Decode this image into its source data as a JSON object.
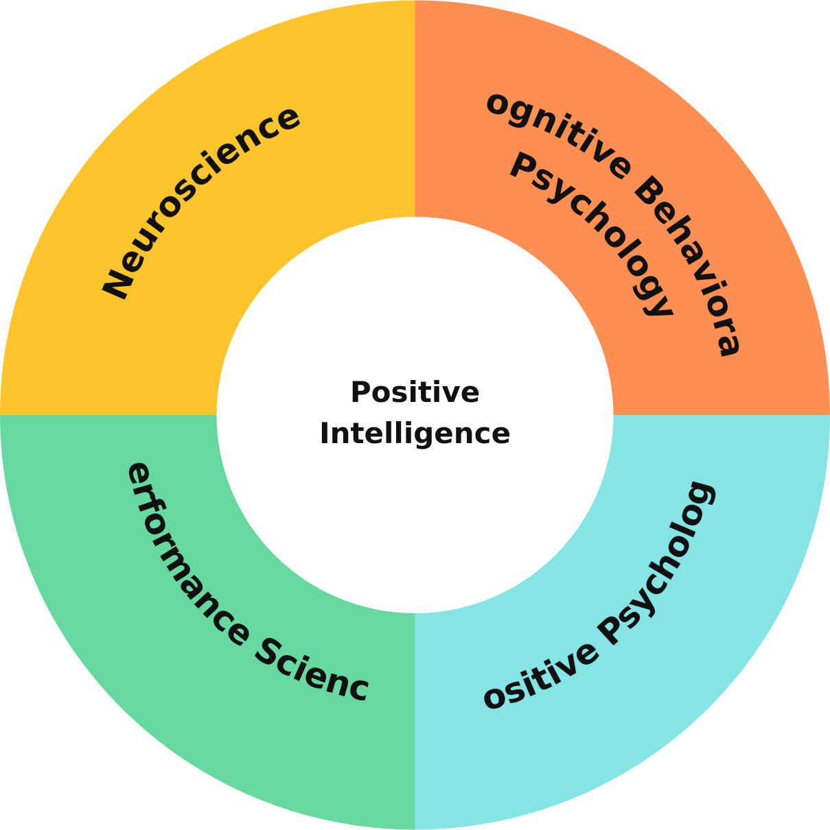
{
  "center": {
    "line1": "Positive",
    "line2": "Intelligence"
  },
  "quadrants": [
    {
      "id": "top-left",
      "label": "Neuroscience",
      "color": "#FDC42B"
    },
    {
      "id": "top-right",
      "label_line1": "Cognitive Behavioral",
      "label_line2": "Psychology",
      "color": "#FE8F52"
    },
    {
      "id": "bottom-left",
      "label": "Performance Science",
      "color": "#67D9A0"
    },
    {
      "id": "bottom-right",
      "label": "Positive Psychology",
      "color": "#85E5E4"
    }
  ]
}
